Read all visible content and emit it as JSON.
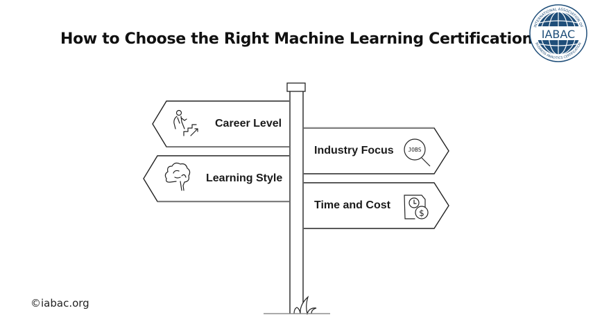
{
  "title": "How to Choose the Right Machine Learning Certification",
  "logo": {
    "text": "IABAC",
    "ring_text_top": "INTERNATIONAL ASSOCIATION OF",
    "ring_text_bottom": "BUSINESS ANALYTICS CERTIFICATION",
    "color": "#1f4e79"
  },
  "signs": [
    {
      "label": "Career Level",
      "direction": "left",
      "icon": "person-climbing-stairs-icon"
    },
    {
      "label": "Industry Focus",
      "direction": "right",
      "icon": "jobs-magnifier-icon"
    },
    {
      "label": "Learning Style",
      "direction": "left",
      "icon": "brain-icon"
    },
    {
      "label": "Time and Cost",
      "direction": "right",
      "icon": "clock-dollar-icon"
    }
  ],
  "magnifier_text": "JOBS",
  "footer": "©iabac.org",
  "colors": {
    "stroke": "#222222",
    "text": "#111111",
    "background": "#ffffff"
  }
}
